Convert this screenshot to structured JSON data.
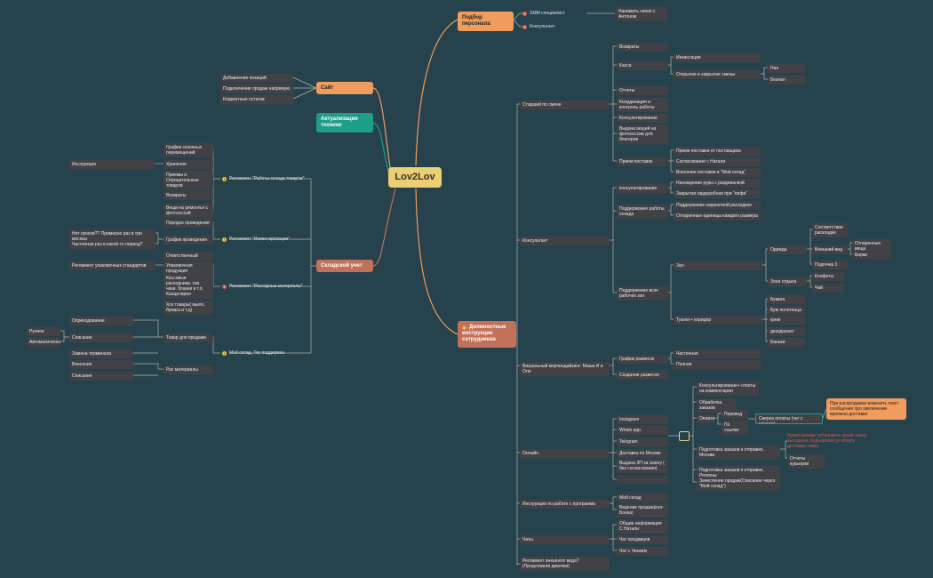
{
  "central": {
    "label": "Lov2Lov"
  },
  "branches": {
    "hiring": {
      "label": "Подбор персонала",
      "items": [
        {
          "label": "SMM специалист",
          "child": "Нанимать своих с Антоном"
        },
        {
          "label": "Консультант"
        }
      ]
    },
    "site": {
      "label": "Сайт",
      "items": [
        "Добавление позиций",
        "Подключение продаж напрямую",
        "Корректные остатки"
      ]
    },
    "equipment": {
      "label": "Актуализация техники"
    },
    "warehouse": {
      "label": "Складской учет",
      "reg1": {
        "label": "Регламент \"Работы склада товаров\"",
        "items": [
          "График сезонных перемещений",
          "Хранение",
          "Приемы и Отрицательные товаров",
          "Возвраты",
          "Вещи на ремонты/ с фотосессий"
        ],
        "sub": "Инструкция"
      },
      "reg2": {
        "label": "Регламент \"Инвентаризации\"",
        "items": [
          "Порядок проведения",
          "График проведения",
          "Ответственный"
        ],
        "sub": [
          "Нет сроков?? Примерно раз в три месяца",
          "Частичная раз в какой-то период?"
        ]
      },
      "reg3": {
        "label": "Регламент \"Расходные материалы\"",
        "items": [
          "Упаковочная продукция",
          "Кассовые расходники, тов. чеки, бланки и т.п.",
          "Канцелярия",
          "Хоз товары( мыло, бумага и т.д)"
        ],
        "sub": "Регламент упаковочных стандартов"
      },
      "reg4": {
        "label": "Мой склад, Тех поддержка",
        "goods": {
          "label": "Товар для продажи",
          "items": [
            "Оприходование",
            "Списание",
            "Замена терминала"
          ],
          "manual": [
            "Ручное",
            "Автоматическое"
          ]
        },
        "materials": {
          "label": "Рас материалы",
          "items": [
            "Внесение",
            "Списание"
          ]
        }
      }
    },
    "duties": {
      "label": "Должностные инструкции сотрудников",
      "shift": {
        "label": "Старший по смене",
        "items": [
          "Возвраты",
          "Касса",
          "Отчеты",
          "Координация и контроль работы",
          "Консультирование",
          "Выдача вещей на фотосессии для блогеров",
          "Прием поставок"
        ],
        "cash": [
          "Инкассация",
          "Открытие и закрытие смены"
        ],
        "cash_sub": [
          "Нал",
          "Безнал"
        ],
        "supply": [
          "Прием поставки от поставщика",
          "Согласование с Натали",
          "Внесение поставки в \"Мой склад\""
        ]
      },
      "consultant": {
        "label": "Консультант",
        "a": {
          "label": "консультирование",
          "items": [
            "Нахождение руры с раздевалкой",
            "Закрытая гардеробная при \"пофи\""
          ]
        },
        "b": {
          "label": "Поддержание работы склада",
          "items": [
            "Поддержание корректной расходкие",
            "Отпаренные единицы каждого размера"
          ]
        },
        "c": {
          "label": "Поддержание всех рабочих зон",
          "zal": "Зал",
          "odezhda": "Одежда",
          "odezhda_items": [
            "Соответствие раскладке",
            "Внешний вид",
            "Подгечка 3"
          ],
          "vid_items": [
            "Отпаренные вещи",
            "Бирки"
          ],
          "rest": "Зона отдыха",
          "rest_items": [
            "Конфеты",
            "Чай"
          ],
          "toilet": "Туалет+ коридор",
          "toilet_items": [
            "Бумага",
            "Бум полотенца",
            "крем",
            "дезодорант",
            "Баньки"
          ]
        }
      },
      "vm": {
        "label": "Визуальный мерчендайзинг: Маша И и Оля",
        "items": [
          "График развесок",
          "Создание развесок"
        ],
        "sub": [
          "Частичная",
          "Полная"
        ]
      },
      "online": {
        "label": "Онлайн",
        "items": [
          "Instagram",
          "Whats app",
          "Telegram",
          "Доставка по Москве",
          "Выдача ЗП за смену ( без согласования)",
          ""
        ],
        "right": [
          "Консультирование+ ответы на комментарии",
          "Обработка заказов",
          "Оплата",
          "Подготовка заказов к отправке, Москва",
          "Подготовка заказов к отправке, Регионы",
          "Зачисление продаж(Списание через \"Мой склад\")"
        ],
        "pay": [
          "Перевод",
          "По ссылке"
        ],
        "check": "Сверка оплаты (чег с чеками)",
        "note": "При распродажах изменять текст сообщения про увеличение времени доставки",
        "warn": "Нужен режим, установить сроки через выходные, Курьерские (и оплату доставки тоже)",
        "courier": "Отчеты курьеров"
      },
      "programs": {
        "label": "Инструкции по работе с программа",
        "items": [
          "Мой склад",
          "Ведение продаж(кол-Бонка)"
        ]
      },
      "chats": {
        "label": "Чаты",
        "items": [
          "Общие информация С Натали",
          "Чат продавцов",
          "Чат с Чекаем"
        ]
      },
      "appearance": {
        "label": "Регламент внешнего вида? (Предложили девочки)"
      }
    }
  },
  "colors": {
    "background": "#25424d",
    "node": "#414146",
    "root": "#ecce74",
    "orange": "#f09c5c",
    "teal": "#1f9e87",
    "rust": "#c1705a",
    "line": "#b8b2a6",
    "marker_red": "#e05a4a",
    "marker_yellow": "#eac23a"
  }
}
